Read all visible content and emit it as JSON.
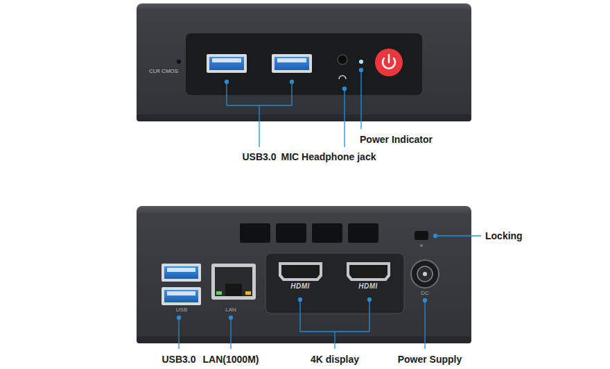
{
  "diagram": {
    "labels": [
      "CLR CMOS",
      "USB3.0",
      "MIC Headphone jack",
      "Power Indicator",
      "HDMI",
      "HDMI",
      "USB",
      "LAN",
      "DC",
      "Locking",
      "USB3.0",
      "LAN(1000M)",
      "4K display",
      "Power Supply"
    ]
  }
}
